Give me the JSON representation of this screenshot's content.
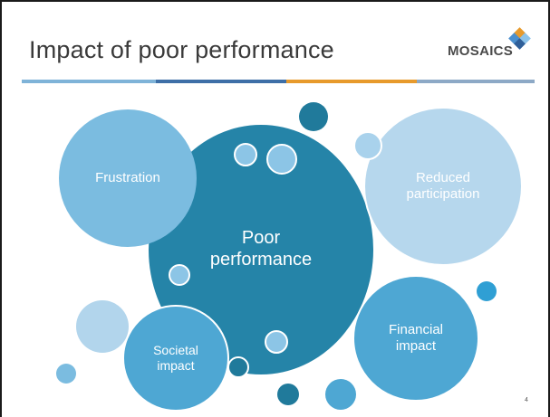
{
  "slide": {
    "title": "Impact of poor performance",
    "logo_text": "MOSAICS",
    "page_number": "4"
  },
  "diagram": {
    "center": "Poor\nperformance",
    "bubbles": {
      "frustration": "Frustration",
      "reduced_participation": "Reduced\nparticipation",
      "financial_impact": "Financial\nimpact",
      "societal_impact": "Societal\nimpact"
    }
  },
  "colors": {
    "center": "#2584a8",
    "frustration": "#7bbce0",
    "reduced_participation": "#b6d7ed",
    "financial_impact": "#4ea7d3",
    "societal_impact": "#4ea7d3",
    "rule": [
      "#7fb3d8",
      "#3e6fa7",
      "#e79a2c",
      "#8da9c6"
    ]
  }
}
